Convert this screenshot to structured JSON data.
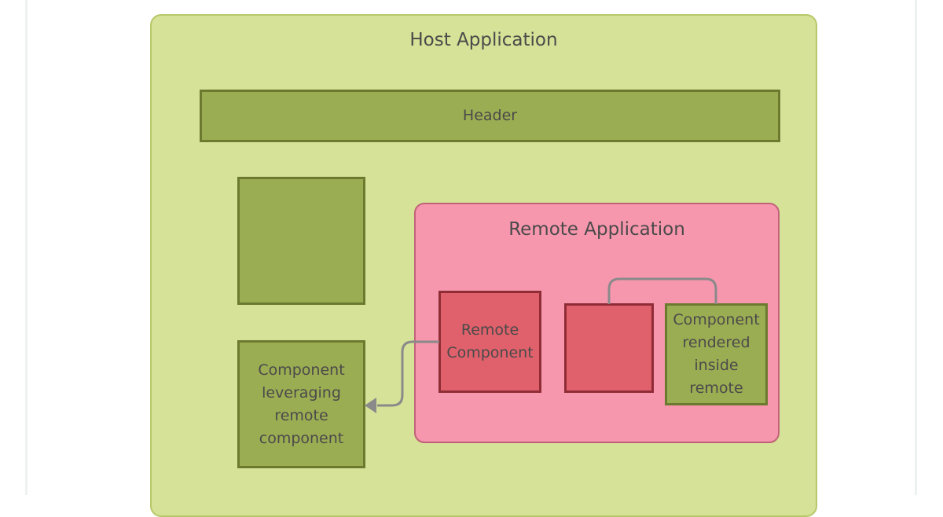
{
  "diagram": {
    "host_application": {
      "title": "Host Application",
      "header_label": "Header",
      "placeholder_component_label": "",
      "leveraging_component_label": "Component\nleveraging\nremote\ncomponent"
    },
    "remote_application": {
      "title": "Remote Application",
      "remote_component_label": "Remote\nComponent",
      "remote_container_label": "",
      "rendered_inside_label": "Component\nrendered\ninside\nremote"
    },
    "connections": [
      {
        "from": "Remote Component",
        "to": "Component leveraging remote component",
        "arrow": "to"
      },
      {
        "from": "remote container (unlabeled)",
        "to": "Component rendered inside remote",
        "arrow": "none"
      }
    ],
    "colors": {
      "host_fill": "#d6e297",
      "host_border": "#b6c86a",
      "component_green_fill": "#9bad53",
      "component_green_border": "#6b7a2f",
      "remote_fill": "#f797ae",
      "remote_border": "#c0627a",
      "component_red_fill": "#e0616b",
      "component_red_border": "#8f2c36",
      "connector": "#8a8a8a",
      "text": "#4a4a4a"
    }
  }
}
